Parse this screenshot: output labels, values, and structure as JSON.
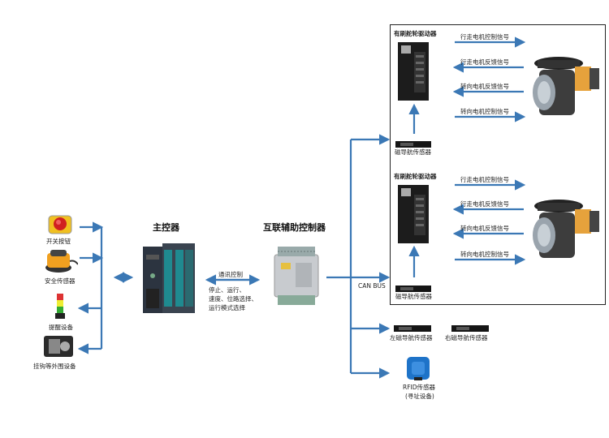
{
  "peripherals": {
    "switch_label": "开关按钮",
    "safety_label": "安全传感器",
    "alarm_label": "提醒设备",
    "hook_label": "挂钩等外围设备"
  },
  "master": {
    "title": "主控器",
    "comm_label": "通讯控制",
    "cmd_text": "停止、运行、\n速度、位路选择、\n运行模式选择"
  },
  "aux": {
    "title": "互联辅助控制器"
  },
  "bus": {
    "label": "CAN BUS"
  },
  "drive_units": [
    {
      "driver_title": "有刷舵轮驱动器",
      "sensor_label": "磁导航传感器",
      "signals": [
        "行走电机控制信号",
        "行走电机反馈信号",
        "转向电机反馈信号",
        "转向电机控制信号"
      ]
    },
    {
      "driver_title": "有刷舵轮驱动器",
      "sensor_label": "磁导航传感器",
      "signals": [
        "行走电机控制信号",
        "行走电机反馈信号",
        "转向电机反馈信号",
        "转向电机控制信号"
      ]
    }
  ],
  "side_sensors": {
    "left_label": "左磁导航传感器",
    "right_label": "右磁导航传感器"
  },
  "rfid": {
    "label": "RFID传感器",
    "sub": "(寻址设备)"
  },
  "colors": {
    "arrow": "#3b78b5",
    "box_border": "#222222",
    "module_teal": "#1f7f86",
    "motor_orange": "#e6a23c",
    "rfid_blue": "#1e73c8"
  }
}
